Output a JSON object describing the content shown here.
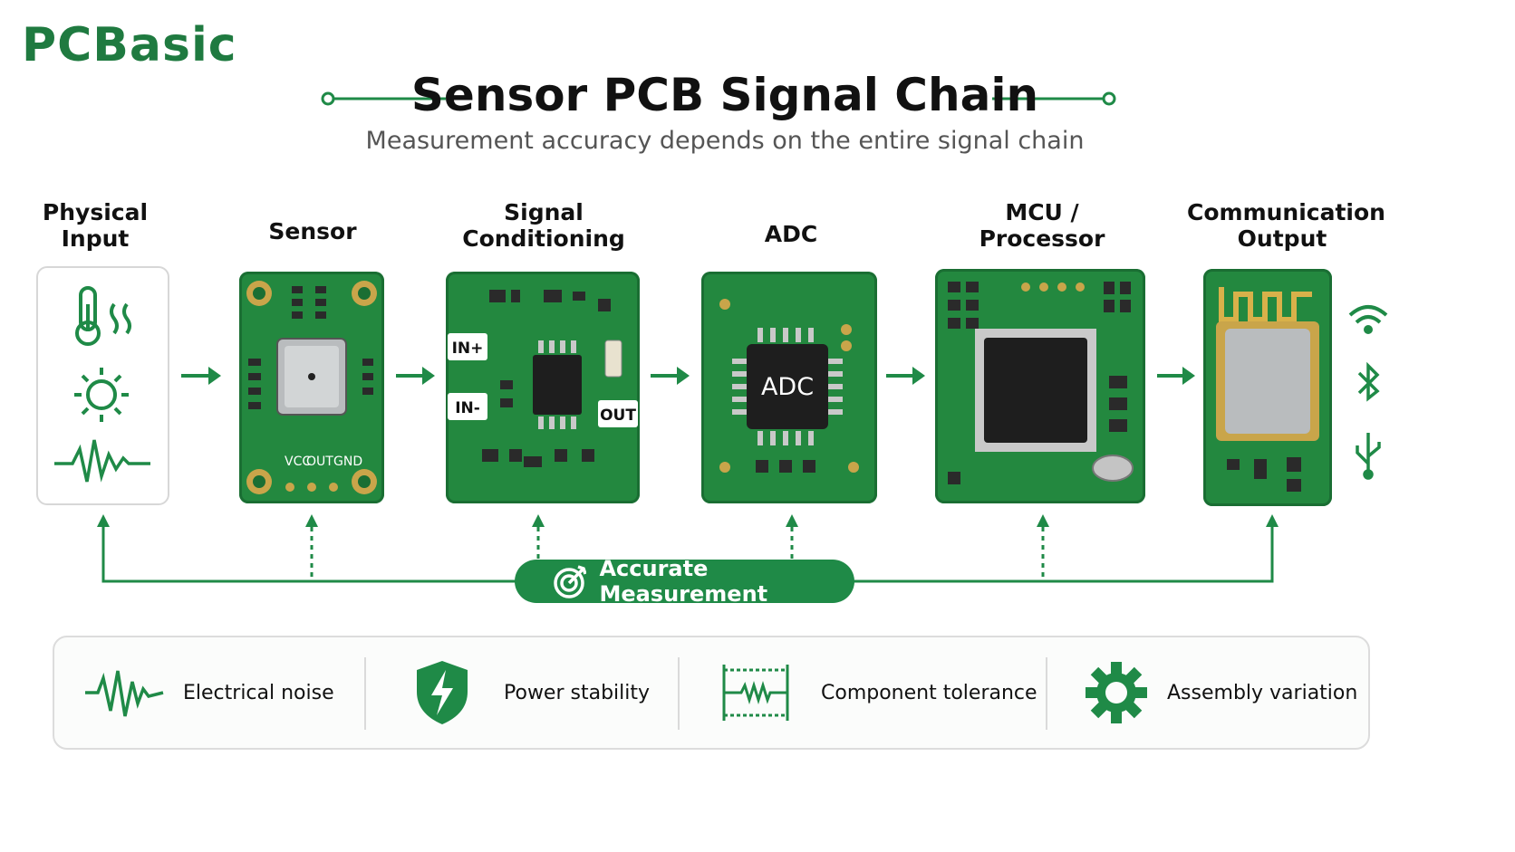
{
  "logo": {
    "text": "PCBasic"
  },
  "header": {
    "title": "Sensor PCB Signal Chain",
    "subtitle": "Measurement accuracy depends on the entire signal chain"
  },
  "stages": [
    {
      "label_line1": "Physical",
      "label_line2": "Input"
    },
    {
      "label_line1": "Sensor",
      "label_line2": "",
      "pins": [
        "VCC",
        "OUT",
        "GND"
      ]
    },
    {
      "label_line1": "Signal",
      "label_line2": "Conditioning",
      "pins": [
        "IN+",
        "IN-",
        "OUT"
      ]
    },
    {
      "label_line1": "ADC",
      "label_line2": "",
      "chip_label": "ADC"
    },
    {
      "label_line1": "MCU /",
      "label_line2": "Processor"
    },
    {
      "label_line1": "Communication",
      "label_line2": "Output"
    }
  ],
  "feedback": {
    "label": "Accurate Measurement"
  },
  "factors": [
    {
      "label": "Electrical noise",
      "icon": "waveform-icon"
    },
    {
      "label": "Power stability",
      "icon": "shield-lightning-icon"
    },
    {
      "label": "Component tolerance",
      "icon": "resistor-icon"
    },
    {
      "label": "Assembly variation",
      "icon": "gear-icon"
    }
  ],
  "colors": {
    "brand_green": "#1f8a47",
    "pcb_green": "#23883f",
    "text_dark": "#111111"
  }
}
